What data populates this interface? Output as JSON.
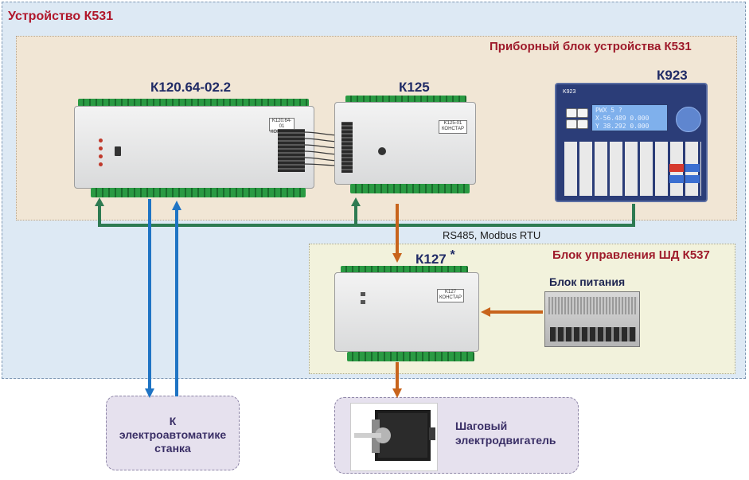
{
  "device_title": "Устройство К531",
  "instrument_block_title": "Приборный блок устройства К531",
  "stepper_block_title": "Блок управления ШД К537",
  "devices": {
    "k120": {
      "label": "К120.64-02.2",
      "tag_line1": "K120.64-01",
      "tag_line2": "КОНСТАР"
    },
    "k125": {
      "label": "К125",
      "tag_line1": "K125-01",
      "tag_line2": "КОНСТАР"
    },
    "k923": {
      "label": "К923",
      "brand": "K923",
      "lcd_lines": [
        "PWX 5         ?",
        "X-56.489   0.000",
        "Y 38.292   0.000"
      ]
    },
    "k127": {
      "label": "К127",
      "asterisk": "*",
      "tag_line1": "K127",
      "tag_line2": "КОНСТАР"
    },
    "psu": {
      "label": "Блок питания"
    }
  },
  "bus_label": "RS485, Modbus RTU",
  "external": {
    "machine_line1": "К",
    "machine_line2": "электроавтоматике",
    "machine_line3": "станка",
    "motor_line1": "Шаговый",
    "motor_line2": "электродвигатель"
  },
  "colors": {
    "bus_green": "#2e7b52",
    "blue_link": "#1f74c4",
    "orange_link": "#c8641c",
    "title_red": "#b0172b"
  }
}
